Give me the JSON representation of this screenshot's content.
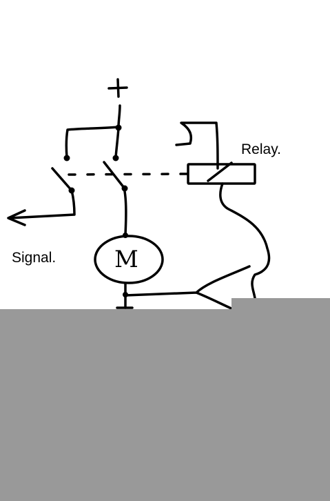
{
  "labels": {
    "supply": "+",
    "relay": "Relay.",
    "signal": "Signal.",
    "motor": "M"
  },
  "colors": {
    "ink": "#000000",
    "background": "#ffffff",
    "occluder_panel": "#999999"
  }
}
